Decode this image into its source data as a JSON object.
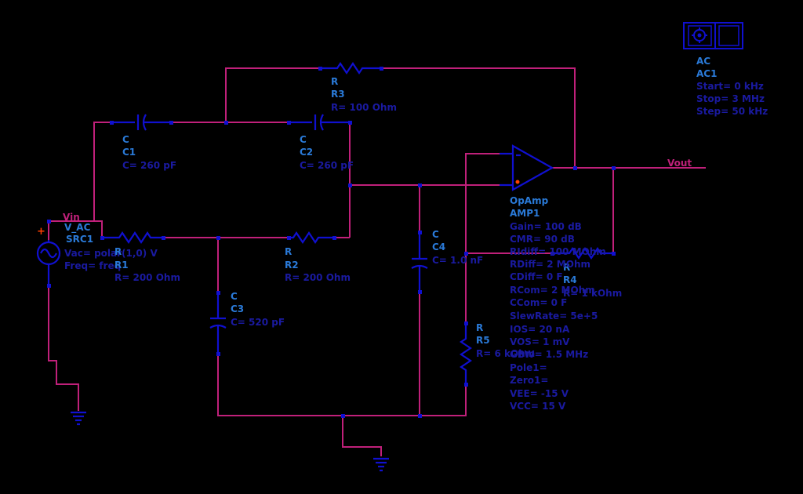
{
  "nets": {
    "vin": "Vin",
    "vout": "Vout"
  },
  "source": {
    "cls": "V_AC",
    "inst": "SRC1",
    "p1": "Vac= polar(1,0) V",
    "p2": "Freq= freq"
  },
  "sim": {
    "cls": "AC",
    "inst": "AC1",
    "p1": "Start= 0 kHz",
    "p2": "Stop= 3 MHz",
    "p3": "Step= 50 kHz"
  },
  "r1": {
    "cls": "R",
    "inst": "R1",
    "p1": "R= 200 Ohm"
  },
  "r2": {
    "cls": "R",
    "inst": "R2",
    "p1": "R= 200 Ohm"
  },
  "r3": {
    "cls": "R",
    "inst": "R3",
    "p1": "R= 100 Ohm"
  },
  "r4": {
    "cls": "R",
    "inst": "R4",
    "p1": "R= 1 kOhm"
  },
  "r5": {
    "cls": "R",
    "inst": "R5",
    "p1": "R= 6 kOhm"
  },
  "c1": {
    "cls": "C",
    "inst": "C1",
    "p1": "C= 260 pF"
  },
  "c2": {
    "cls": "C",
    "inst": "C2",
    "p1": "C= 260 pF"
  },
  "c3": {
    "cls": "C",
    "inst": "C3",
    "p1": "C= 520 pF"
  },
  "c4": {
    "cls": "C",
    "inst": "C4",
    "p1": "C= 1.0 nF"
  },
  "opamp": {
    "cls": "OpAmp",
    "inst": "AMP1",
    "params": [
      "Gain= 100 dB",
      "CMR= 90 dB",
      "RIdiff= 100 MOhm",
      "RDiff= 2 MOhm",
      "CDiff= 0 F",
      "RCom= 2 MOhm",
      "CCom= 0 F",
      "SlewRate= 5e+5",
      "IOS= 20 nA",
      "VOS= 1 mV",
      "GBW= 1.5 MHz",
      "Pole1=",
      "Zero1=",
      "VEE= -15 V",
      "VCC= 15 V"
    ]
  }
}
